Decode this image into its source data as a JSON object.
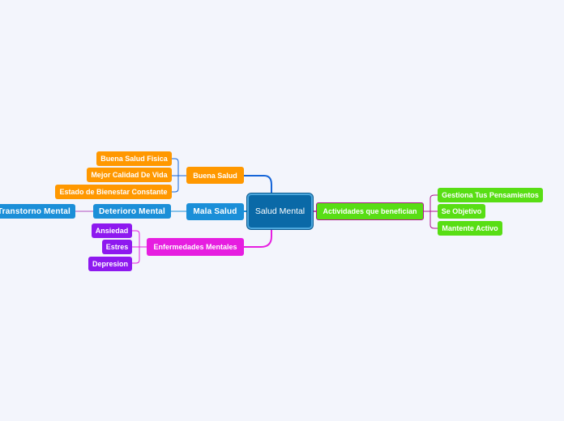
{
  "mindmap": {
    "root": "Salud Mental",
    "buena_salud": {
      "label": "Buena Salud",
      "children": [
        "Buena Salud Fisica",
        "Mejor Calidad De Vida",
        "Estado de Bienestar Constante"
      ]
    },
    "mala_salud": {
      "label": "Mala Salud",
      "child": "Deterioro Mental",
      "grandchild": "Transtorno Mental"
    },
    "enfermedades": {
      "label": "Enfermedades Mentales",
      "children": [
        "Ansiedad",
        "Estres",
        "Depresion"
      ]
    },
    "actividades": {
      "label": "Actividades que benefician",
      "children": [
        "Gestiona Tus Pensamientos",
        "Se Objetivo",
        "Mantente Activo"
      ]
    }
  },
  "colors": {
    "background": "#f3f5fc",
    "root": "#0a69a7",
    "orange_branch": "#ff9800",
    "blue_branch": "#1b8fd8",
    "magenta_branch": "#e61ee0",
    "purple_leaf": "#8e19ef",
    "green_branch": "#58de14"
  }
}
